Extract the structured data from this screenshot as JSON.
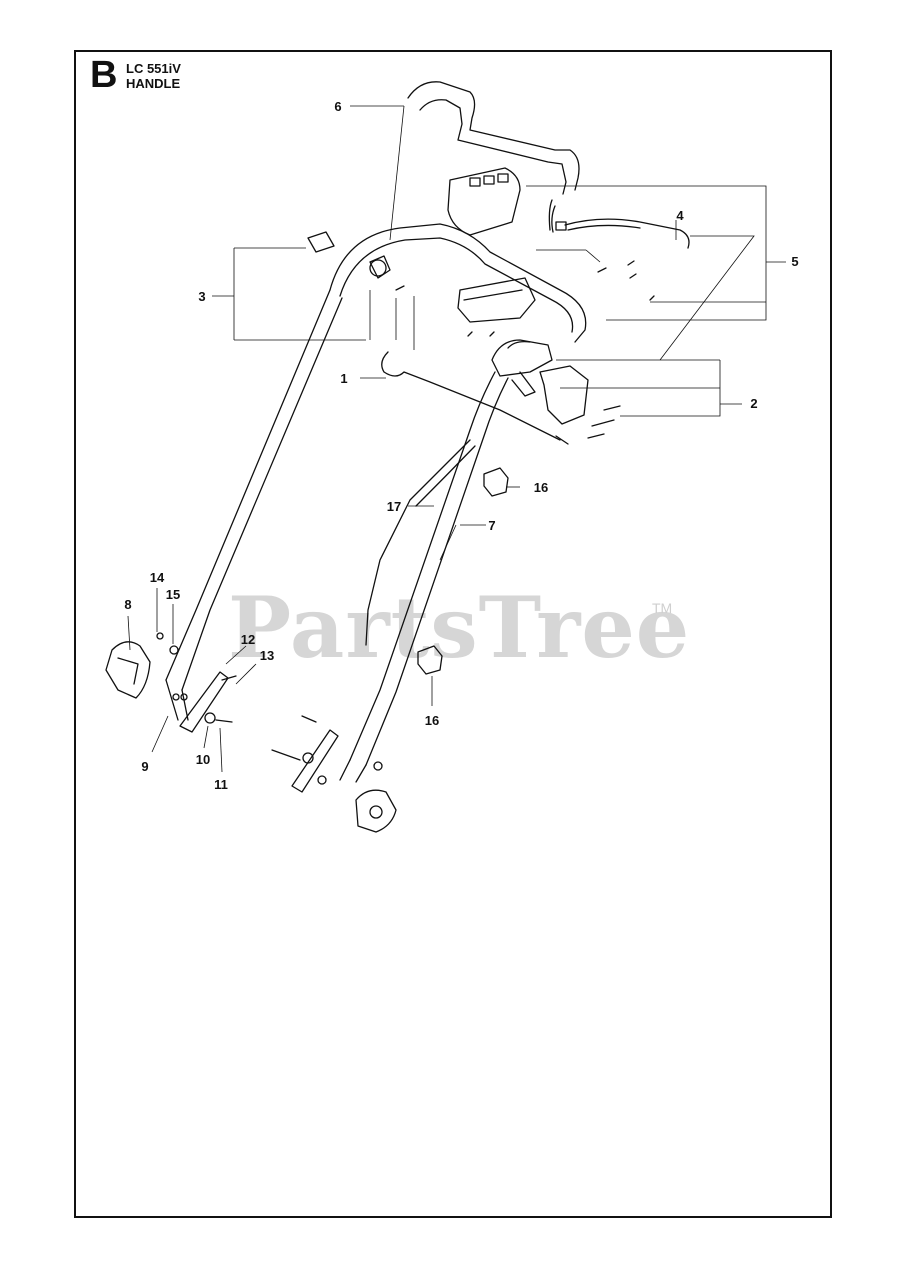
{
  "header": {
    "section": "B",
    "model": "LC 551iV",
    "title": "HANDLE"
  },
  "watermark": {
    "text": "PartsTree",
    "trademark": "TM"
  },
  "callouts": [
    "1",
    "2",
    "3",
    "4",
    "5",
    "6",
    "7",
    "8",
    "9",
    "10",
    "11",
    "12",
    "13",
    "14",
    "15",
    "16",
    "16",
    "17"
  ],
  "colors": {
    "line": "#111111",
    "watermark": "#d6d6d6",
    "background": "#ffffff"
  }
}
